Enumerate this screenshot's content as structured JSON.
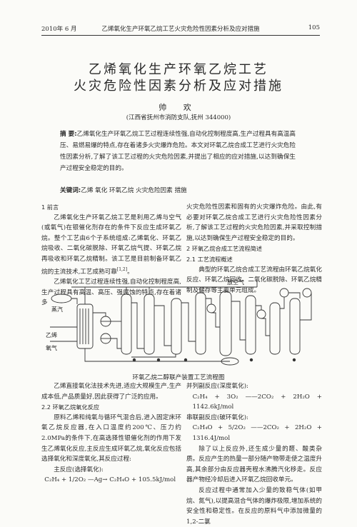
{
  "header": {
    "left": "2010年 6 月",
    "center": "乙烯氧化生产环氧乙烷工艺火灾危险性因素分析及应对措施",
    "right": "105"
  },
  "title": {
    "line1": "乙烯氧化生产环氧乙烷工艺",
    "line2": "火灾危险性因素分析及应对措施"
  },
  "author": "帅 欢",
  "affiliation": "(江西省抚州市消防支队,抚州 344000)",
  "abstract": {
    "label": "摘  要:",
    "text": "乙烯氧化生产环氧乙烷工艺过程连续性强,自动化控制程度高,生产过程具有高温高压、易燃易爆的特点,存在着诸多火灾爆炸危险。本文对环氧乙烷合成工艺进行火灾危险性因素分析,了解了该工艺过程的火灾危险因素,并提出了相应的应对措施,以达到确保生产过程安全稳定的目的。"
  },
  "keywords": {
    "label": "关键词:",
    "text": "乙烯  氧化  环氧乙烷  火灾危险因素  措施"
  },
  "left_col_1": {
    "h1": "1  前言",
    "p1": "乙烯氧化生产环氧乙烷工艺是利用乙烯与空气(或氧气)在银催化剂存在的条件下反应生成环氧乙烷。整个工艺由6个子系统组成:乙烯氧化、环氧乙烷吸收、二氧化碳脱除、环氧乙烷气提、环氧乙烷再吸收和环氧乙烷精制。该工艺是目前制备环氧乙烷的主流技术,工艺成熟可靠",
    "cite": "[1,2]",
    "p1_end": "。",
    "p2": "乙烯氧化工艺过程连续性强,自动化控制程度高,生产过程具有高温、高压、强腐蚀的特点,存在着诸多"
  },
  "right_col_1": {
    "p1": "火灾危险性因素和固有的火灾爆炸危险。由此,有必要对环氧乙烷合成工艺进行火灾危险性因素分析,了解该工艺过程的火灾危险因素,并采取控制措施,以达到确保生产过程安全稳定的目的。",
    "h2": "2  环氧乙烷合成工艺流程简述",
    "h21": "2.1  工艺流程概述",
    "p2": "典型的环氧乙烷合成工艺流程由环氧乙烷氧化反应、环氧乙烷回收、二氧化碳脱除、环氧乙烷精制及储存等主要单元组成。"
  },
  "figure": {
    "labels": {
      "vent": "放空气",
      "steam": "蒸汽",
      "ethylene": "乙烯",
      "oxygen": "氧气"
    },
    "caption": "环氧乙烷二醇联产装置工艺流程图"
  },
  "left_col_2": {
    "p1": "乙烯直接氧化法技术先进,适应大规模生产,生产成本低,产品质量好,因此获得了广泛的应用。",
    "h22": "2.2  环氧乙烷氧化反应",
    "p2": "原料乙烯和纯氧与循环气混合后,进入固定床环氧乙烷反应器,在入口温度约200℃、压力约2.0MPa的条件下,在高选择性银催化剂的作用下发生乙烯氧化反应,主反应生成环氧乙烷,氧化反应包括选择氧化和深度氧化,其反应过程:",
    "main_label": "主反应(选择氧化):",
    "eq_main": "C₂H₄ + 1/2O₂ —Ag→ C₂H₄O + 105.5kJ/mol"
  },
  "right_col_2": {
    "side_label": "并列副反应(深度氧化):",
    "eq_side": "C₂H₄ + 3O₂ ——2CO₂ + 2H₂O + 1142.6kJ/mol",
    "serial_label": "串联副反应(破环氧化):",
    "eq_serial": "C₂H₄O + 5/2O₂ ——2CO₂ + 2H₂O + 1316.4J/mol",
    "p1": "除了以上反应外,还生成少量的醛、酸类杂质。反应产生的热量一部分随产物带走使之温度升高,其余部分由反应器壳程水沸腾汽化移走。反应器产物经冷却后进入环氧乙烷回收单元。",
    "p2": "反应过程中通常加入少量的致稳气体(如甲烷、氮气),以提高混合气体的爆炸极限,增加系统的安全性和稳定性。在反应的原料气中添加微量的1,2-二氯"
  }
}
